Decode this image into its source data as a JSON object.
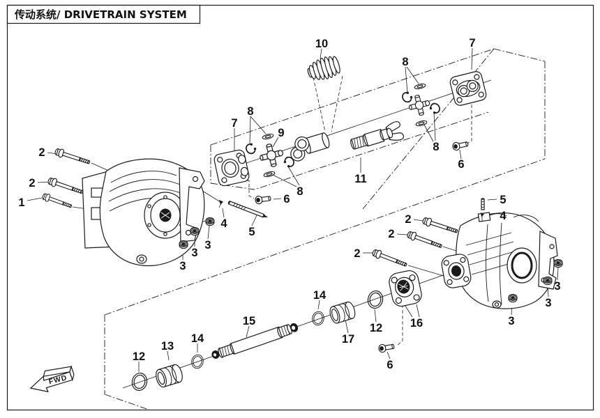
{
  "title": "传动系统/ DRIVETRAIN SYSTEM",
  "fwd": "FWD",
  "colors": {
    "ink": "#1a1a1a",
    "paper": "#ffffff"
  },
  "callouts": [
    {
      "n": "1"
    },
    {
      "n": "2"
    },
    {
      "n": "2"
    },
    {
      "n": "3"
    },
    {
      "n": "3"
    },
    {
      "n": "3"
    },
    {
      "n": "4"
    },
    {
      "n": "5"
    },
    {
      "n": "6"
    },
    {
      "n": "7"
    },
    {
      "n": "8"
    },
    {
      "n": "9"
    },
    {
      "n": "8"
    },
    {
      "n": "10"
    },
    {
      "n": "11"
    },
    {
      "n": "8"
    },
    {
      "n": "8"
    },
    {
      "n": "7"
    },
    {
      "n": "6"
    },
    {
      "n": "5"
    },
    {
      "n": "4"
    },
    {
      "n": "2"
    },
    {
      "n": "2"
    },
    {
      "n": "2"
    },
    {
      "n": "3"
    },
    {
      "n": "3"
    },
    {
      "n": "3"
    },
    {
      "n": "16"
    },
    {
      "n": "12"
    },
    {
      "n": "13"
    },
    {
      "n": "14"
    },
    {
      "n": "15"
    },
    {
      "n": "14"
    },
    {
      "n": "17"
    },
    {
      "n": "12"
    },
    {
      "n": "6"
    }
  ]
}
